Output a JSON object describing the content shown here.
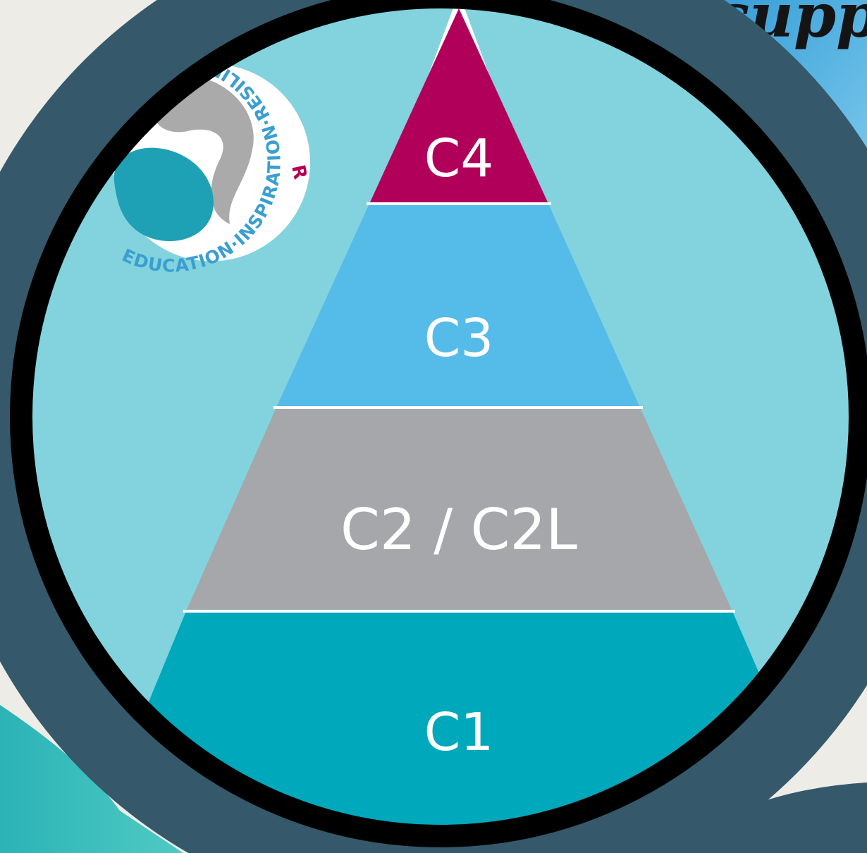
{
  "corner_text": "suppo",
  "badge": {
    "ring_text": "EDUCATION·INSPIRATION·RESILIENCE·",
    "highlight_text": "R",
    "colors": {
      "ring": "#3a9fd0",
      "highlight": "#b5004f",
      "mark_grey": "#aaaaaa",
      "mark_teal": "#1ea1b5"
    }
  },
  "pyramid": {
    "levels": [
      {
        "id": "c4",
        "label": "C4",
        "color": "#b0005a"
      },
      {
        "id": "c3",
        "label": "C3",
        "color": "#55bbe8"
      },
      {
        "id": "c2",
        "label": "C2 / C2L",
        "color": "#a5a7aa"
      },
      {
        "id": "c1",
        "label": "C1",
        "color": "#00a8bc"
      }
    ]
  },
  "colors": {
    "background": "#eeece7",
    "circle_fill": "#82d3de",
    "circle_border": "#000000",
    "outer_ring": "#35596b",
    "wave_teal": "#40bfc0",
    "top_right_blue": "#2a9fd8"
  }
}
